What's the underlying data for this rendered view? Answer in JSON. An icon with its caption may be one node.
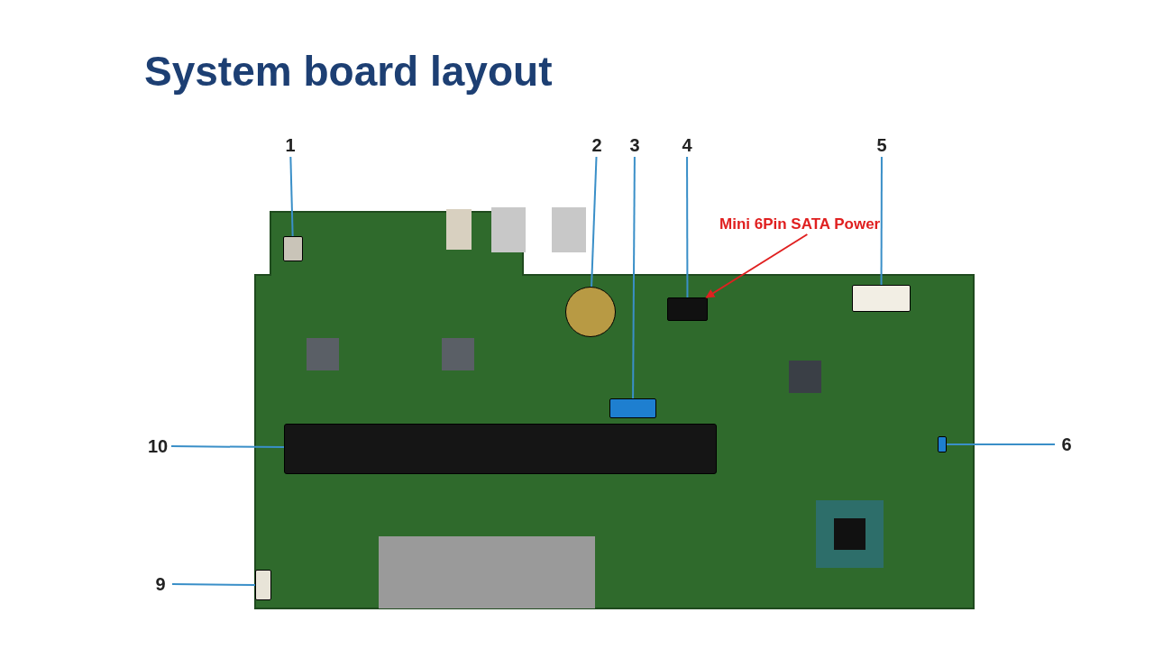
{
  "diagram": {
    "title": "System board layout",
    "nodes": [
      {
        "text": [
          "1"
        ]
      },
      {
        "text": [],
        "shape": "box"
      },
      {
        "text": [
          "2"
        ]
      },
      {
        "text": [],
        "shape": "circle"
      },
      {
        "text": [
          "3"
        ]
      },
      {
        "text": [],
        "shape": "box"
      },
      {
        "text": [
          "4"
        ]
      },
      {
        "text": [],
        "shape": "box"
      },
      {
        "text": [
          "Mini 6Pin SATA Power"
        ]
      },
      {
        "text": [
          "5"
        ]
      },
      {
        "text": [],
        "shape": "box"
      },
      {
        "text": [
          "6"
        ]
      },
      {
        "text": [],
        "shape": "box"
      },
      {
        "text": [
          "10"
        ]
      },
      {
        "text": [],
        "shape": "bar"
      },
      {
        "text": [
          "9"
        ]
      },
      {
        "text": [],
        "shape": "box"
      }
    ],
    "edges": [
      {
        "from": 0,
        "to": 1,
        "arrow": "none"
      },
      {
        "from": 2,
        "to": 3,
        "arrow": "none"
      },
      {
        "from": 4,
        "to": 5,
        "arrow": "none"
      },
      {
        "from": 6,
        "to": 7,
        "arrow": "none"
      },
      {
        "from": 8,
        "to": 7,
        "arrow": "to",
        "color": "#e02020"
      },
      {
        "from": 9,
        "to": 10,
        "arrow": "none"
      },
      {
        "from": 11,
        "to": 12,
        "arrow": "none"
      },
      {
        "from": 13,
        "to": 14,
        "arrow": "none"
      },
      {
        "from": 15,
        "to": 16,
        "arrow": "none"
      }
    ]
  }
}
